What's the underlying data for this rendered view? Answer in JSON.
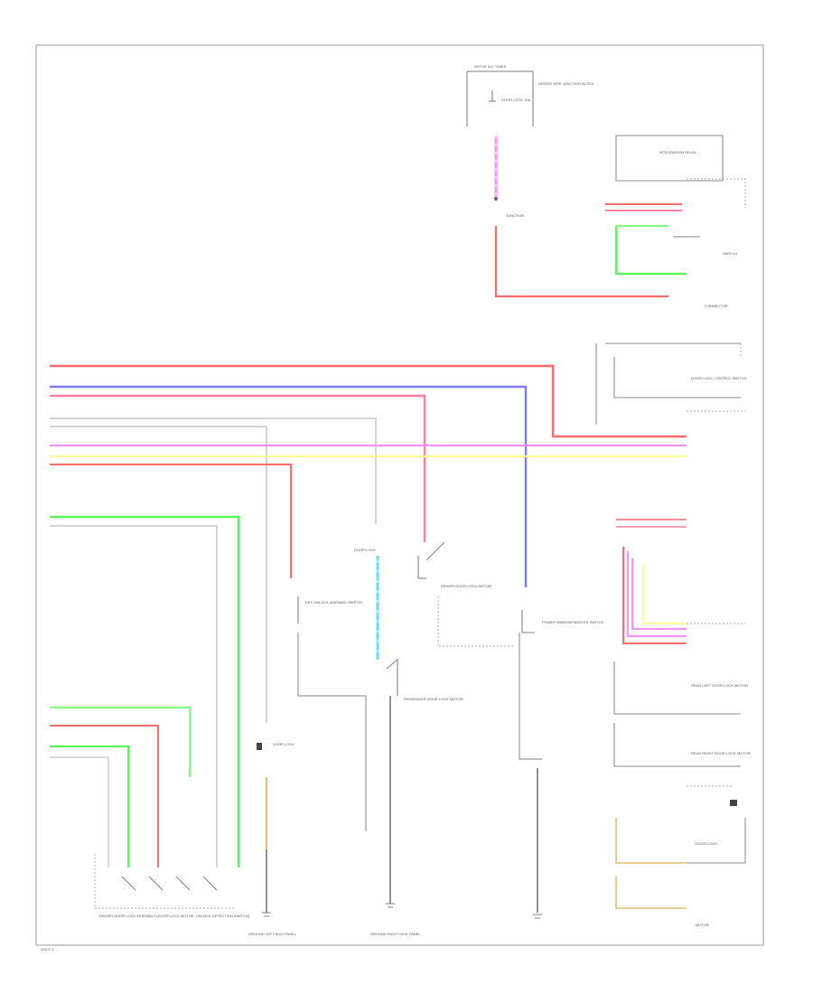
{
  "diagram": {
    "page_code": "W0CF-1",
    "wire_colors": {
      "red": "#ff6b6b",
      "pink": "#ff7fa0",
      "blue": "#7b7bff",
      "gray": "#cfcfcf",
      "violet": "#ff8cff",
      "yellow": "#ffff90",
      "green": "#4cff4c",
      "lt_green": "#7dff7d",
      "cyan": "#66e0e8",
      "tan": "#e0c070",
      "dark": "#9a9a9a"
    },
    "labels": {
      "top_fuse": "HOT AT ALL TIMES",
      "fuse_block": "DRIVER SIDE JUNCTION BLOCK",
      "fuse_sub": "DOOR LOCK 10A",
      "control_relay": "INTEGRATION RELAY",
      "door_lock_control": "DOOR LOCK CONTROL SWITCH",
      "power_window_master": "POWER WINDOW MASTER SWITCH",
      "driver_door_lock": "DRIVER DOOR LOCK MOTOR",
      "passenger_door_lock": "PASSENGER DOOR LOCK MOTOR",
      "rear_left_lock": "REAR LEFT DOOR LOCK MOTOR",
      "rear_right_lock": "REAR RIGHT DOOR LOCK MOTOR",
      "key_unlock_sw": "KEY UNLOCK WARNING SWITCH",
      "ground_left": "GROUND LEFT KICK PANEL",
      "ground_right": "GROUND RIGHT KICK PANEL",
      "bottom_block": "DRIVER DOOR LOCK ASSEMBLY (DOOR LOCK MOTOR, UNLOCK DETECTION SWITCH)"
    }
  }
}
